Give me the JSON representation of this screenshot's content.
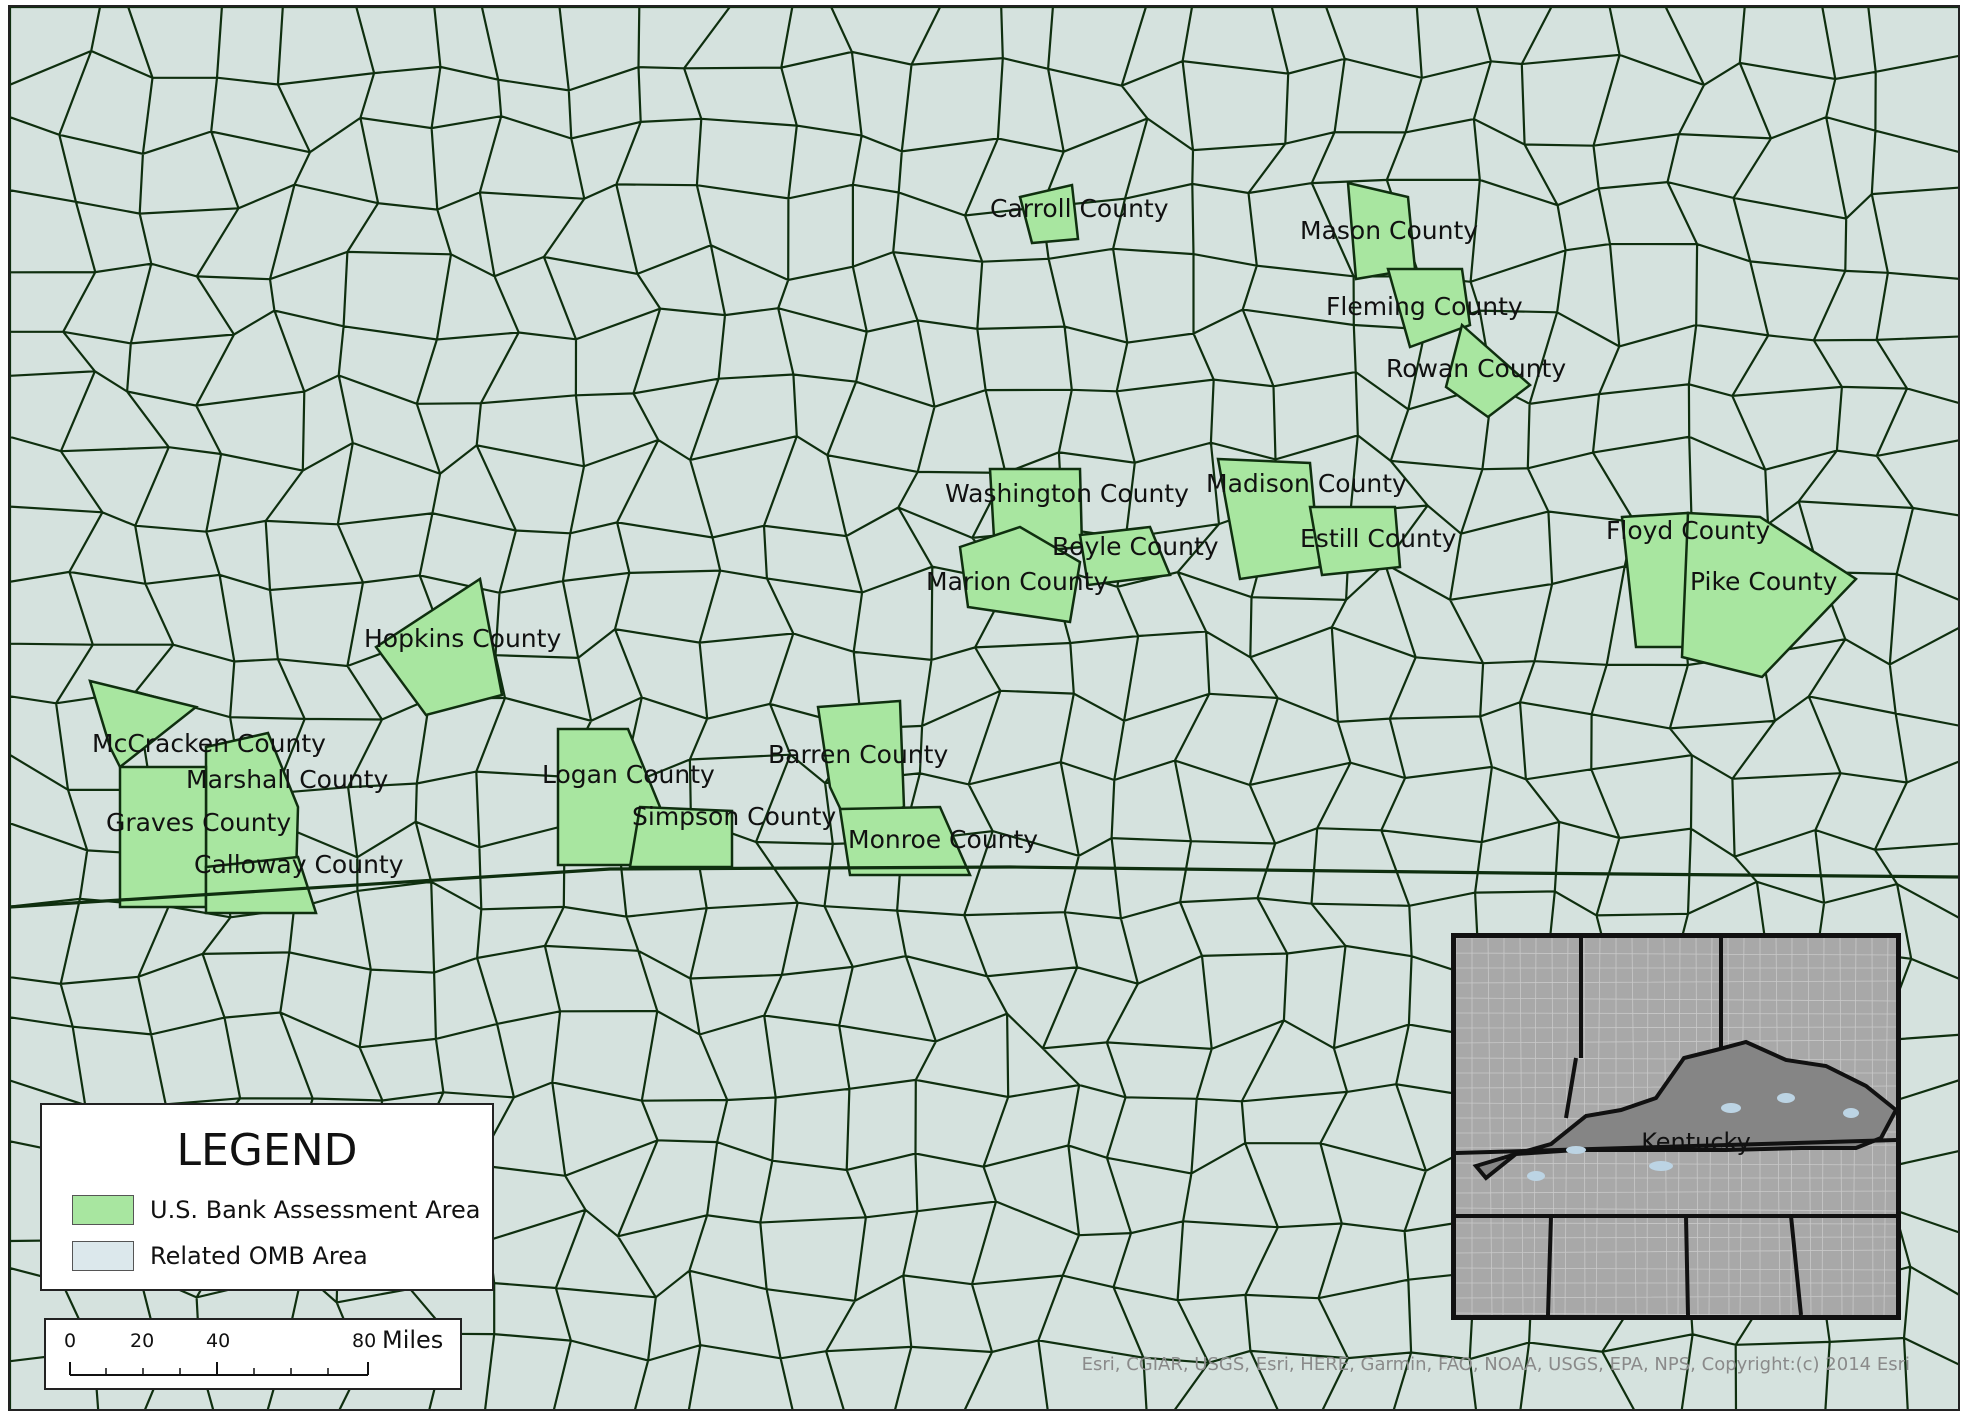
{
  "map": {
    "colors": {
      "base_fill": "#d5e2de",
      "assessment_fill": "#a8e6a0",
      "omb_fill": "#dce8ec",
      "border": "#0f2f0f",
      "inset_fill": "#a8a8a8",
      "inset_state_fill": "#858585"
    },
    "county_labels": [
      "Carroll County",
      "Mason County",
      "Fleming County",
      "Rowan County",
      "Washington County",
      "Madison County",
      "Boyle County",
      "Estill County",
      "Floyd County",
      "Marion County",
      "Pike County",
      "Hopkins County",
      "McCracken County",
      "Barren County",
      "Marshall County",
      "Logan County",
      "Simpson County",
      "Graves County",
      "Monroe County",
      "Calloway County"
    ]
  },
  "legend": {
    "title": "LEGEND",
    "items": [
      {
        "label": "U.S. Bank Assessment Area",
        "color": "#a8e6a0"
      },
      {
        "label": "Related OMB Area",
        "color": "#dce8ec"
      }
    ]
  },
  "scale_bar": {
    "ticks": [
      "0",
      "20",
      "40",
      "80"
    ],
    "unit": "Miles"
  },
  "inset": {
    "label": "Kentucky"
  },
  "attribution": "Esri, CGIAR, USGS, Esri, HERE, Garmin, FAO, NOAA, USGS, EPA, NPS, Copyright:(c) 2014 Esri"
}
